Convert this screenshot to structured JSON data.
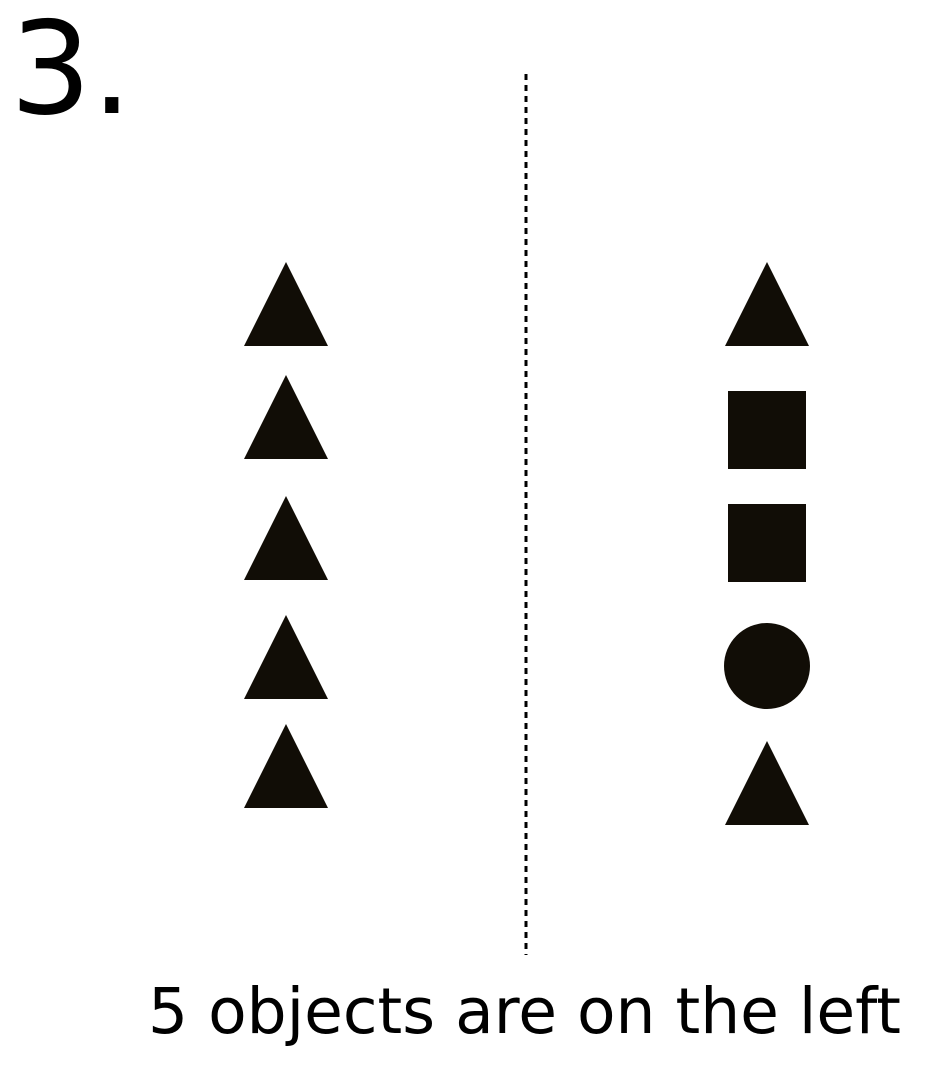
{
  "header": {
    "number": "3."
  },
  "diagram": {
    "fill_color": "#110d06",
    "divider_color": "#000000",
    "left_column": [
      "triangle",
      "triangle",
      "triangle",
      "triangle",
      "triangle"
    ],
    "right_column": [
      "triangle",
      "square",
      "square",
      "circle",
      "triangle"
    ]
  },
  "caption": {
    "text": "5 objects are on the left"
  }
}
